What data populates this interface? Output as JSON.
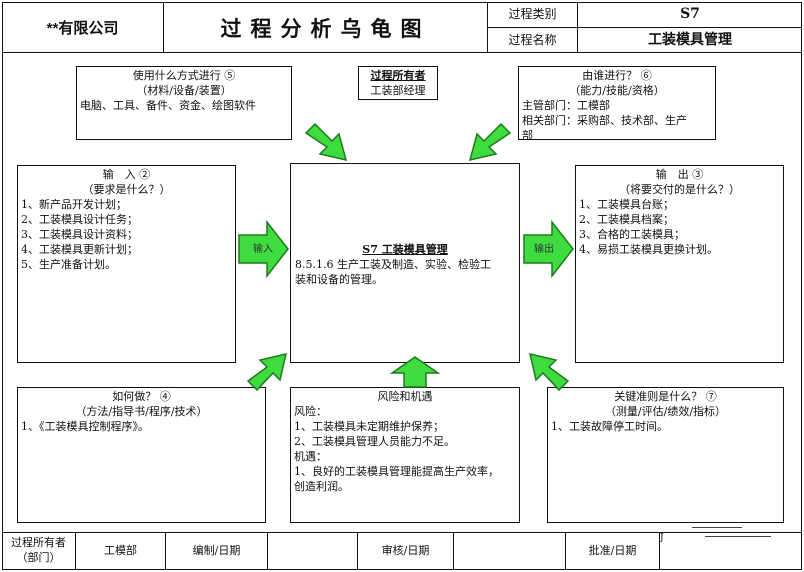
{
  "header": {
    "company": "**有限公司",
    "title": "过程分析乌龟图",
    "category_label": "过程类别",
    "category_value": "S7",
    "name_label": "过程名称",
    "name_value": "工装模具管理"
  },
  "methods": {
    "title": "使用什么方式进行 ⑤",
    "subtitle": "（材料/设备/装置）",
    "content": "电脑、工具、备件、资金、绘图软件"
  },
  "owner_box": {
    "title": "过程所有者",
    "content": "工装部经理"
  },
  "who": {
    "title": "由谁进行？ ⑥",
    "subtitle": "（能力/技能/资格）",
    "lines": [
      "主管部门：工模部",
      "相关部门：采购部、技术部、生产",
      "部"
    ]
  },
  "input": {
    "title": "输　入 ②",
    "subtitle": "（要求是什么？）",
    "lines": [
      "1、新产品开发计划；",
      "2、工装模具设计任务；",
      "3、工装模具设计资料；",
      "4、工装模具更新计划；",
      "5、生产准备计划。"
    ],
    "arrow_label": "输入"
  },
  "center": {
    "title": "S7 工装模具管理",
    "lines": [
      "8.5.1.6 生产工装及制造、实验、检验工",
      "装和设备的管理。"
    ]
  },
  "output": {
    "title": "输　出 ③",
    "subtitle": "（将要交付的是什么？）",
    "lines": [
      "1、工装模具台账；",
      "2、工装模具档案；",
      "3、合格的工装模具；",
      "4、易损工装模具更换计划。"
    ],
    "arrow_label": "输出"
  },
  "how": {
    "title": "如何做？ ④",
    "subtitle": "（方法/指导书/程序/技术）",
    "lines": [
      "1、《工装模具控制程序》。"
    ]
  },
  "risk": {
    "title": "风险和机遇",
    "lines": [
      "风险：",
      "1、工装模具未定期维护保养；",
      "2、工装模具管理人员能力不足。",
      "机遇：",
      "1、良好的工装模具管理能提高生产效率，",
      "创造利润。"
    ]
  },
  "criteria": {
    "title": "关键准则是什么？ ⑦",
    "subtitle": "（测量/评估/绩效/指标）",
    "lines": [
      "1、工装故障停工时间。"
    ]
  },
  "footer": {
    "owner_label_1": "过程所有者",
    "owner_label_2": "（部门）",
    "owner_value": "工模部",
    "prepared_label": "编制/日期",
    "reviewed_label": "审核/日期",
    "approved_label": "批准/日期",
    "mark": "J"
  },
  "colors": {
    "arrow_fill": "#3fdc3f",
    "arrow_stroke": "#1e7a1e",
    "border": "#111111"
  }
}
